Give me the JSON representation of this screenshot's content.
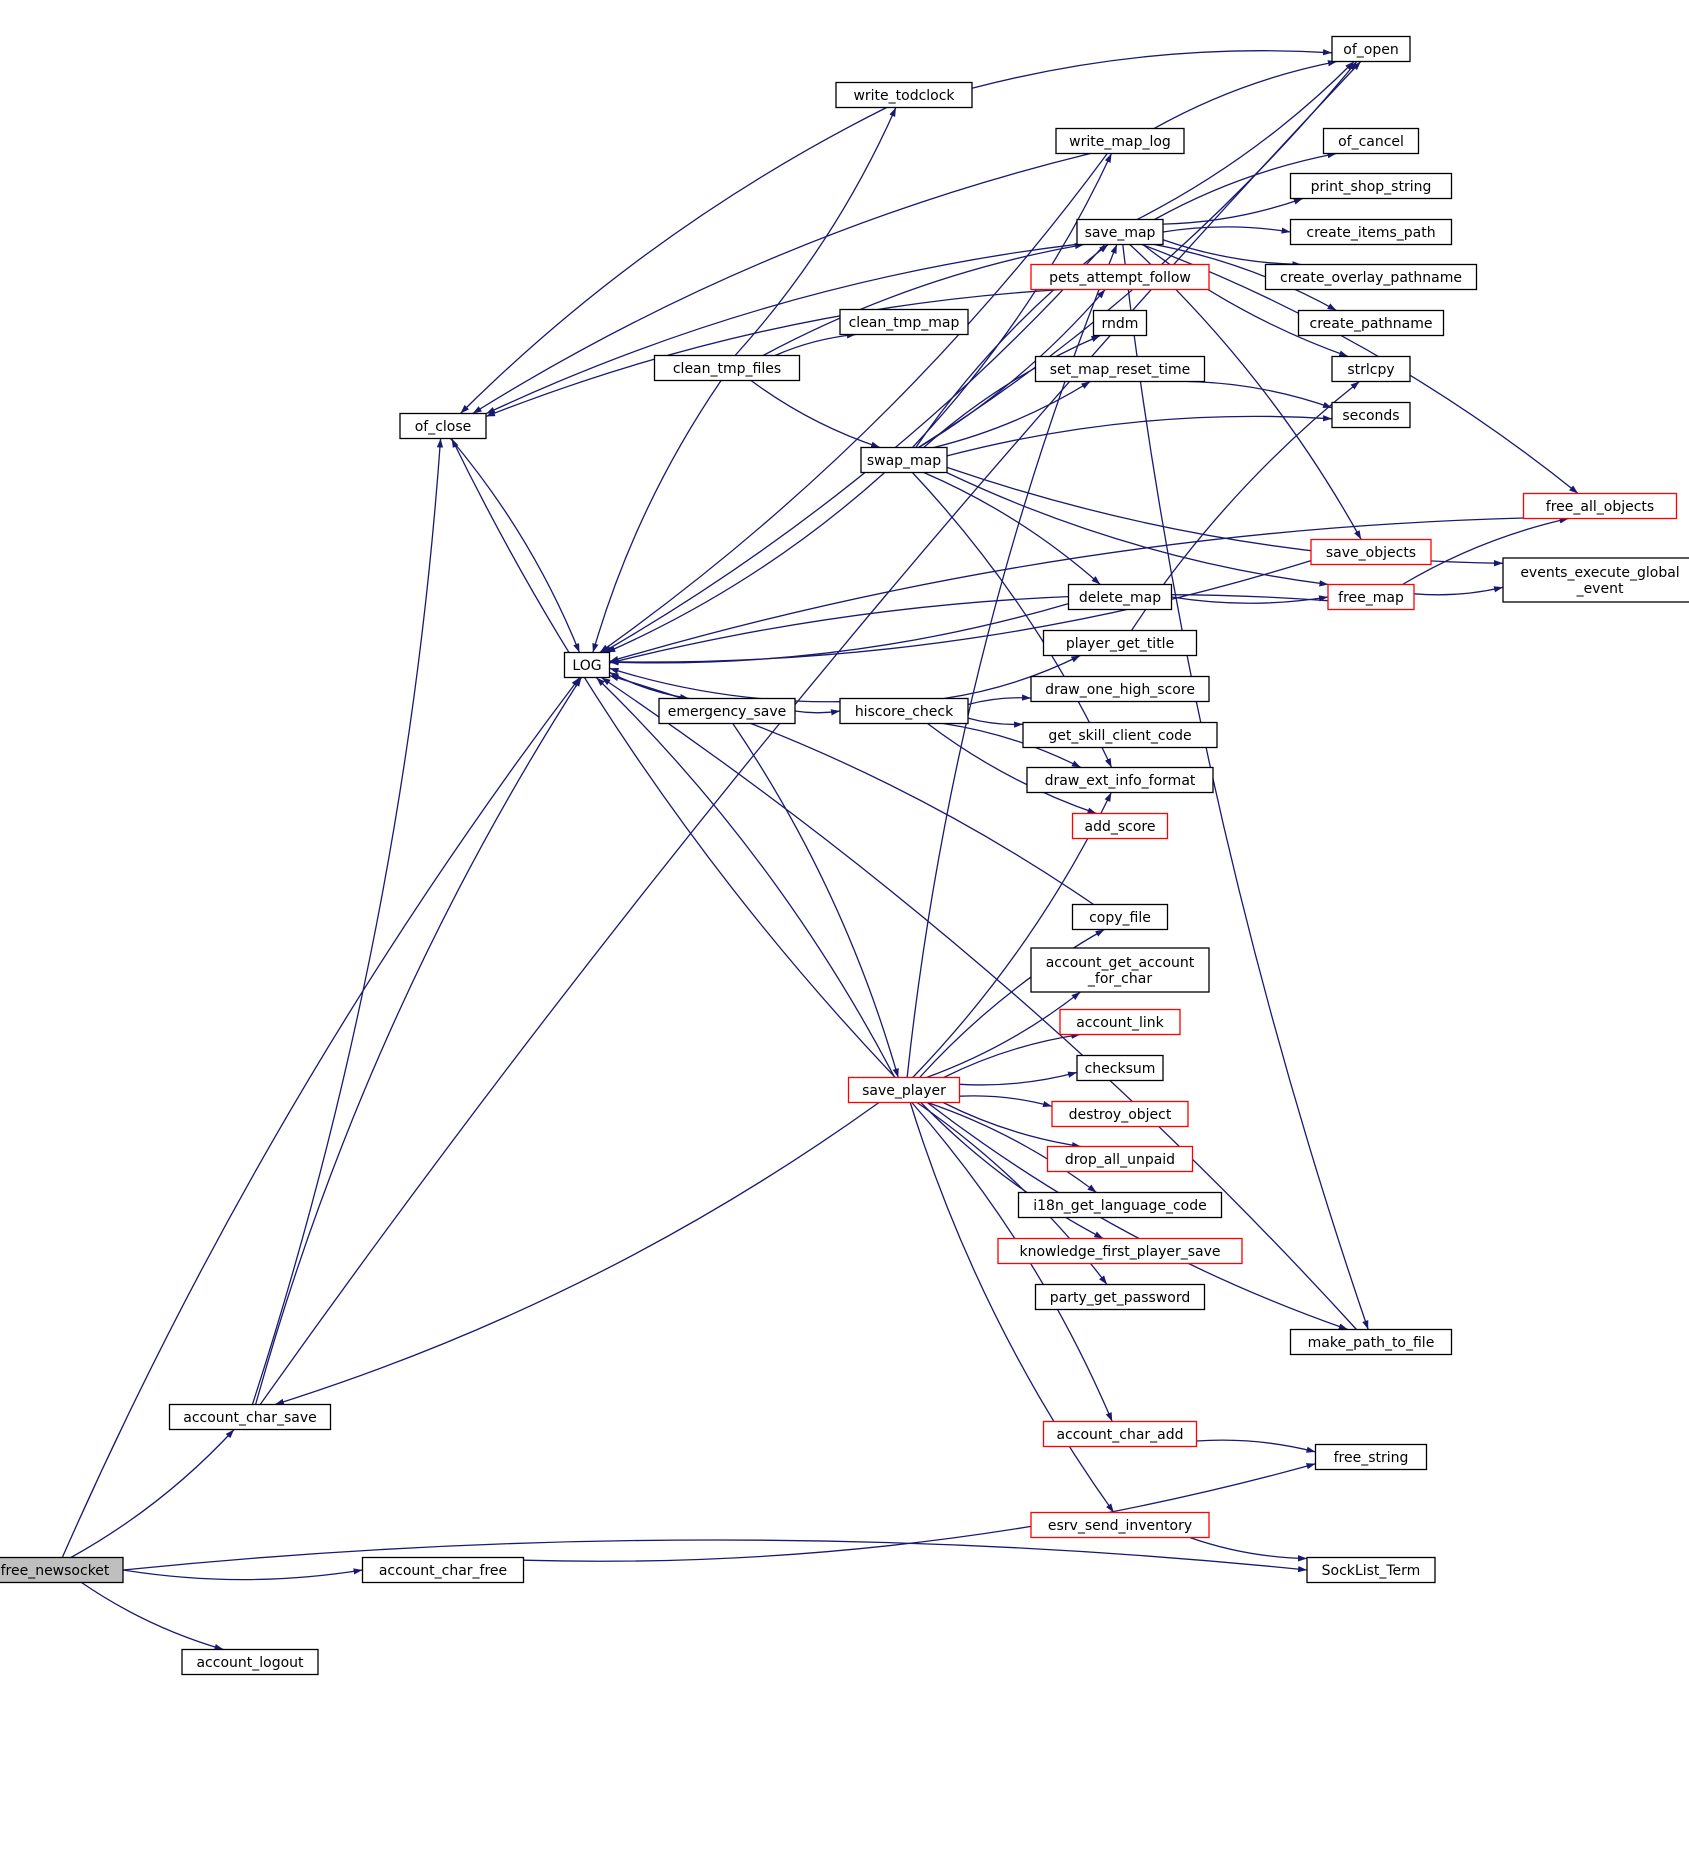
{
  "colors": {
    "edge": "#191970",
    "node_border": "#000000",
    "linked_border": "#ff0000",
    "root_fill": "#bfbfbf"
  },
  "nodes": [
    {
      "id": "free_newsocket",
      "lines": [
        "free_newsocket"
      ],
      "style": "root"
    },
    {
      "id": "account_char_save",
      "lines": [
        "account_char_save"
      ]
    },
    {
      "id": "account_char_free",
      "lines": [
        "account_char_free"
      ]
    },
    {
      "id": "account_logout",
      "lines": [
        "account_logout"
      ]
    },
    {
      "id": "of_close",
      "lines": [
        "of_close"
      ]
    },
    {
      "id": "LOG",
      "lines": [
        "LOG"
      ]
    },
    {
      "id": "emergency_save",
      "lines": [
        "emergency_save"
      ]
    },
    {
      "id": "clean_tmp_files",
      "lines": [
        "clean_tmp_files"
      ]
    },
    {
      "id": "write_todclock",
      "lines": [
        "write_todclock"
      ]
    },
    {
      "id": "clean_tmp_map",
      "lines": [
        "clean_tmp_map"
      ]
    },
    {
      "id": "swap_map",
      "lines": [
        "swap_map"
      ]
    },
    {
      "id": "hiscore_check",
      "lines": [
        "hiscore_check"
      ]
    },
    {
      "id": "save_player",
      "lines": [
        "save_player"
      ],
      "style": "red"
    },
    {
      "id": "of_open",
      "lines": [
        "of_open"
      ]
    },
    {
      "id": "write_map_log",
      "lines": [
        "write_map_log"
      ]
    },
    {
      "id": "of_cancel",
      "lines": [
        "of_cancel"
      ]
    },
    {
      "id": "print_shop_string",
      "lines": [
        "print_shop_string"
      ]
    },
    {
      "id": "save_map",
      "lines": [
        "save_map"
      ]
    },
    {
      "id": "create_items_path",
      "lines": [
        "create_items_path"
      ]
    },
    {
      "id": "pets_attempt_follow",
      "lines": [
        "pets_attempt_follow"
      ],
      "style": "red"
    },
    {
      "id": "create_overlay_pathname",
      "lines": [
        "create_overlay_pathname"
      ]
    },
    {
      "id": "rndm",
      "lines": [
        "rndm"
      ]
    },
    {
      "id": "create_pathname",
      "lines": [
        "create_pathname"
      ]
    },
    {
      "id": "set_map_reset_time",
      "lines": [
        "set_map_reset_time"
      ]
    },
    {
      "id": "strlcpy",
      "lines": [
        "strlcpy"
      ]
    },
    {
      "id": "seconds",
      "lines": [
        "seconds"
      ]
    },
    {
      "id": "free_all_objects",
      "lines": [
        "free_all_objects"
      ],
      "style": "red"
    },
    {
      "id": "save_objects",
      "lines": [
        "save_objects"
      ],
      "style": "red"
    },
    {
      "id": "events_execute_global_event",
      "lines": [
        "events_execute_global",
        "_event"
      ]
    },
    {
      "id": "delete_map",
      "lines": [
        "delete_map"
      ]
    },
    {
      "id": "free_map",
      "lines": [
        "free_map"
      ],
      "style": "red"
    },
    {
      "id": "player_get_title",
      "lines": [
        "player_get_title"
      ]
    },
    {
      "id": "draw_one_high_score",
      "lines": [
        "draw_one_high_score"
      ]
    },
    {
      "id": "get_skill_client_code",
      "lines": [
        "get_skill_client_code"
      ]
    },
    {
      "id": "draw_ext_info_format",
      "lines": [
        "draw_ext_info_format"
      ]
    },
    {
      "id": "add_score",
      "lines": [
        "add_score"
      ],
      "style": "red"
    },
    {
      "id": "copy_file",
      "lines": [
        "copy_file"
      ]
    },
    {
      "id": "account_get_account_for_char",
      "lines": [
        "account_get_account",
        "_for_char"
      ]
    },
    {
      "id": "account_link",
      "lines": [
        "account_link"
      ],
      "style": "red"
    },
    {
      "id": "checksum",
      "lines": [
        "checksum"
      ]
    },
    {
      "id": "destroy_object",
      "lines": [
        "destroy_object"
      ],
      "style": "red"
    },
    {
      "id": "drop_all_unpaid",
      "lines": [
        "drop_all_unpaid"
      ],
      "style": "red"
    },
    {
      "id": "i18n_get_language_code",
      "lines": [
        "i18n_get_language_code"
      ]
    },
    {
      "id": "knowledge_first_player_save",
      "lines": [
        "knowledge_first_player_save"
      ],
      "style": "red"
    },
    {
      "id": "party_get_password",
      "lines": [
        "party_get_password"
      ]
    },
    {
      "id": "make_path_to_file",
      "lines": [
        "make_path_to_file"
      ]
    },
    {
      "id": "account_char_add",
      "lines": [
        "account_char_add"
      ],
      "style": "red"
    },
    {
      "id": "free_string",
      "lines": [
        "free_string"
      ]
    },
    {
      "id": "esrv_send_inventory",
      "lines": [
        "esrv_send_inventory"
      ],
      "style": "red"
    },
    {
      "id": "SockList_Term",
      "lines": [
        "SockList_Term"
      ]
    }
  ],
  "edges": [
    [
      "free_newsocket",
      "account_char_save"
    ],
    [
      "free_newsocket",
      "LOG"
    ],
    [
      "free_newsocket",
      "account_char_free"
    ],
    [
      "free_newsocket",
      "SockList_Term"
    ],
    [
      "free_newsocket",
      "account_logout"
    ],
    [
      "account_char_save",
      "of_open"
    ],
    [
      "account_char_save",
      "of_close"
    ],
    [
      "account_char_save",
      "LOG"
    ],
    [
      "account_char_free",
      "free_string"
    ],
    [
      "of_close",
      "LOG"
    ],
    [
      "LOG",
      "emergency_save"
    ],
    [
      "emergency_save",
      "LOG"
    ],
    [
      "emergency_save",
      "hiscore_check"
    ],
    [
      "emergency_save",
      "save_player"
    ],
    [
      "clean_tmp_files",
      "write_todclock"
    ],
    [
      "clean_tmp_files",
      "clean_tmp_map"
    ],
    [
      "clean_tmp_files",
      "swap_map"
    ],
    [
      "clean_tmp_files",
      "save_map"
    ],
    [
      "clean_tmp_files",
      "LOG"
    ],
    [
      "write_todclock",
      "of_open"
    ],
    [
      "write_todclock",
      "of_close"
    ],
    [
      "swap_map",
      "LOG"
    ],
    [
      "swap_map",
      "write_map_log"
    ],
    [
      "swap_map",
      "save_map"
    ],
    [
      "swap_map",
      "pets_attempt_follow"
    ],
    [
      "swap_map",
      "rndm"
    ],
    [
      "swap_map",
      "set_map_reset_time"
    ],
    [
      "swap_map",
      "seconds"
    ],
    [
      "swap_map",
      "events_execute_global_event"
    ],
    [
      "swap_map",
      "delete_map"
    ],
    [
      "swap_map",
      "free_map"
    ],
    [
      "swap_map",
      "draw_ext_info_format"
    ],
    [
      "swap_map",
      "of_open"
    ],
    [
      "write_map_log",
      "of_open"
    ],
    [
      "write_map_log",
      "of_close"
    ],
    [
      "write_map_log",
      "LOG"
    ],
    [
      "save_map",
      "of_open"
    ],
    [
      "save_map",
      "of_cancel"
    ],
    [
      "save_map",
      "print_shop_string"
    ],
    [
      "save_map",
      "create_items_path"
    ],
    [
      "save_map",
      "create_overlay_pathname"
    ],
    [
      "save_map",
      "create_pathname"
    ],
    [
      "save_map",
      "strlcpy"
    ],
    [
      "save_map",
      "save_objects"
    ],
    [
      "save_map",
      "make_path_to_file"
    ],
    [
      "save_map",
      "free_all_objects"
    ],
    [
      "save_map",
      "of_close"
    ],
    [
      "save_map",
      "LOG"
    ],
    [
      "pets_attempt_follow",
      "of_close"
    ],
    [
      "set_map_reset_time",
      "seconds"
    ],
    [
      "free_all_objects",
      "LOG"
    ],
    [
      "save_objects",
      "LOG"
    ],
    [
      "delete_map",
      "free_map"
    ],
    [
      "delete_map",
      "LOG"
    ],
    [
      "free_map",
      "events_execute_global_event"
    ],
    [
      "free_map",
      "free_all_objects"
    ],
    [
      "free_map",
      "LOG"
    ],
    [
      "hiscore_check",
      "LOG"
    ],
    [
      "hiscore_check",
      "player_get_title"
    ],
    [
      "hiscore_check",
      "draw_one_high_score"
    ],
    [
      "hiscore_check",
      "get_skill_client_code"
    ],
    [
      "hiscore_check",
      "draw_ext_info_format"
    ],
    [
      "hiscore_check",
      "add_score"
    ],
    [
      "player_get_title",
      "strlcpy"
    ],
    [
      "copy_file",
      "LOG"
    ],
    [
      "save_player",
      "of_close"
    ],
    [
      "save_player",
      "LOG"
    ],
    [
      "save_player",
      "save_map"
    ],
    [
      "save_player",
      "draw_ext_info_format"
    ],
    [
      "save_player",
      "copy_file"
    ],
    [
      "save_player",
      "account_get_account_for_char"
    ],
    [
      "save_player",
      "account_link"
    ],
    [
      "save_player",
      "checksum"
    ],
    [
      "save_player",
      "destroy_object"
    ],
    [
      "save_player",
      "drop_all_unpaid"
    ],
    [
      "save_player",
      "i18n_get_language_code"
    ],
    [
      "save_player",
      "knowledge_first_player_save"
    ],
    [
      "save_player",
      "party_get_password"
    ],
    [
      "save_player",
      "make_path_to_file"
    ],
    [
      "save_player",
      "account_char_add"
    ],
    [
      "save_player",
      "esrv_send_inventory"
    ],
    [
      "save_player",
      "account_char_save"
    ],
    [
      "make_path_to_file",
      "LOG"
    ],
    [
      "account_char_add",
      "free_string"
    ],
    [
      "esrv_send_inventory",
      "SockList_Term"
    ]
  ]
}
